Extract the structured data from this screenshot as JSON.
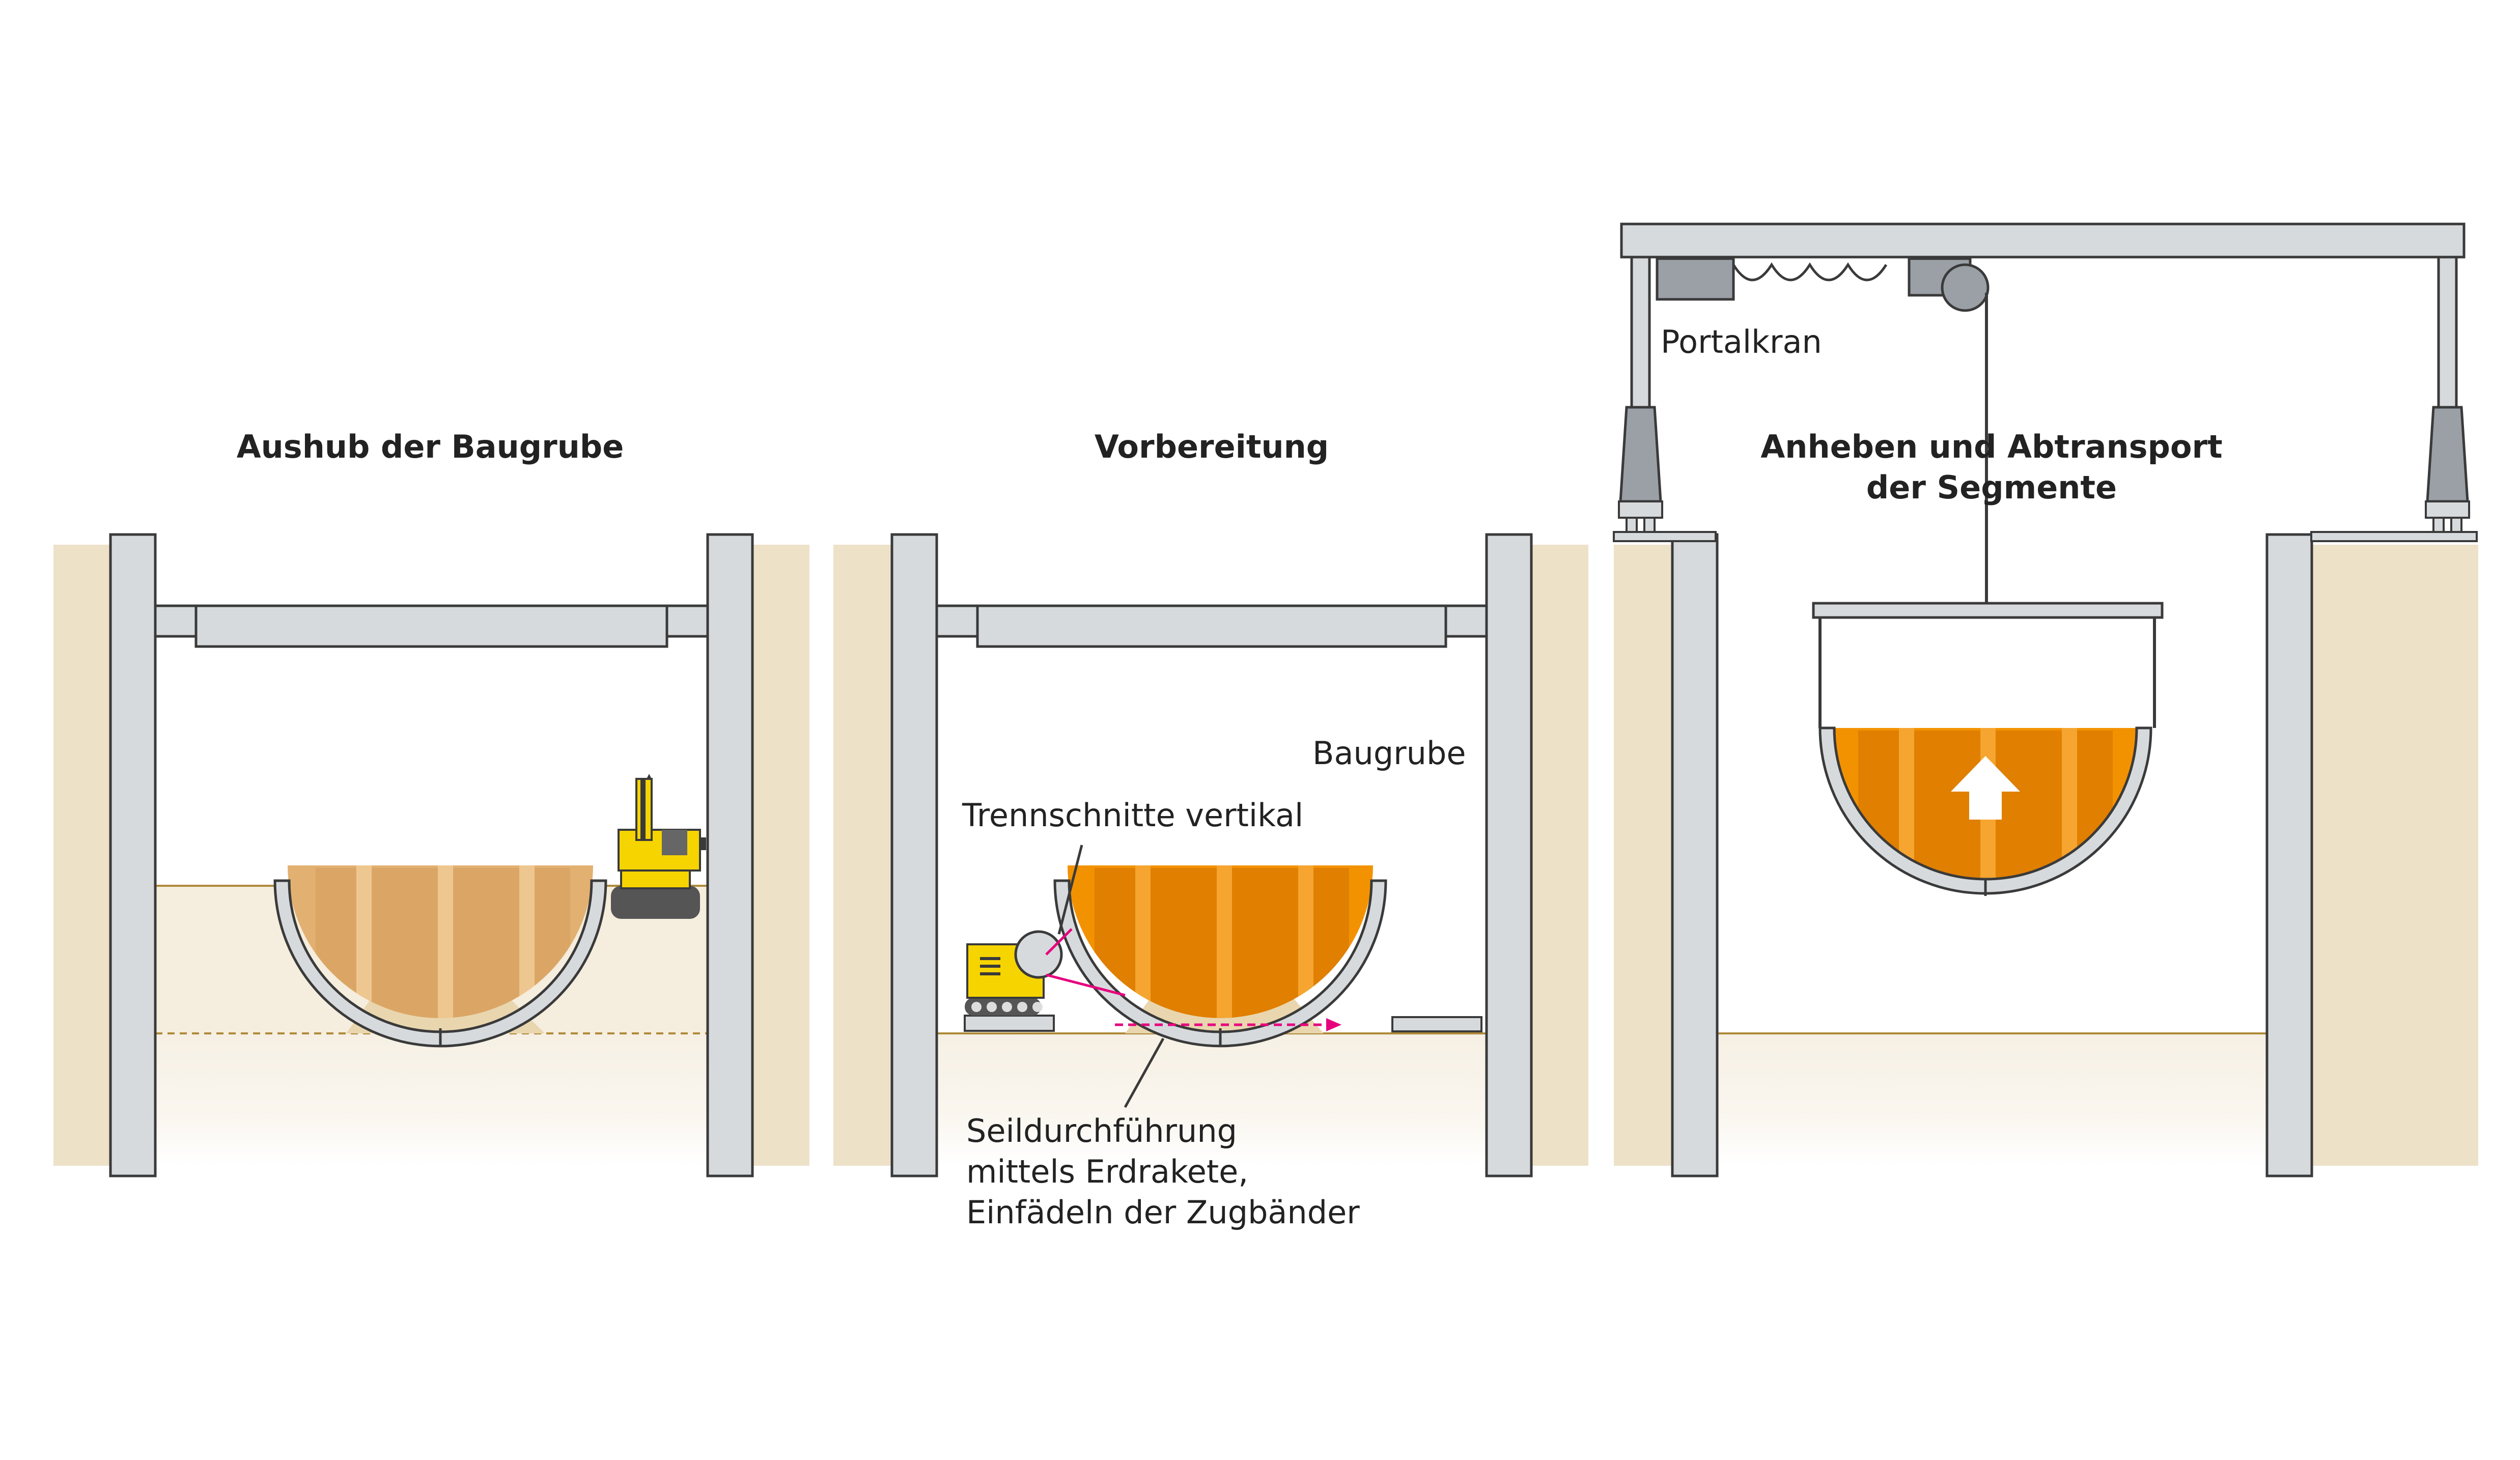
{
  "panels": [
    {
      "title": "Aushub der Baugrube"
    },
    {
      "title": "Vorbereitung",
      "labels": {
        "pit": "Baugrube",
        "vertical_cuts": "Trennschnitte vertikal",
        "cable_line1": "Seildurchführung",
        "cable_line2": "mittels Erdrakete,",
        "cable_line3": "Einfädeln der Zugbänder"
      }
    },
    {
      "title_line1": "Anheben und Abtransport",
      "title_line2": "der Segmente",
      "labels": {
        "crane": "Portalkran"
      }
    }
  ],
  "colors": {
    "soil": "#ede1c8",
    "soil_light": "#f7f2e8",
    "steel": "#d7dadd",
    "outline": "#3a3a3a",
    "segment_dim": "#e2b070",
    "segment": "#f39200",
    "segment_dark": "#e07f00",
    "machine": "#f5d400",
    "ground_line": "#b08a3a",
    "cable": "#e6007e"
  },
  "icons": {
    "excavator": "excavator-icon",
    "compactor": "earth-rocket-machine-icon",
    "arrow": "arrow-up-icon"
  }
}
